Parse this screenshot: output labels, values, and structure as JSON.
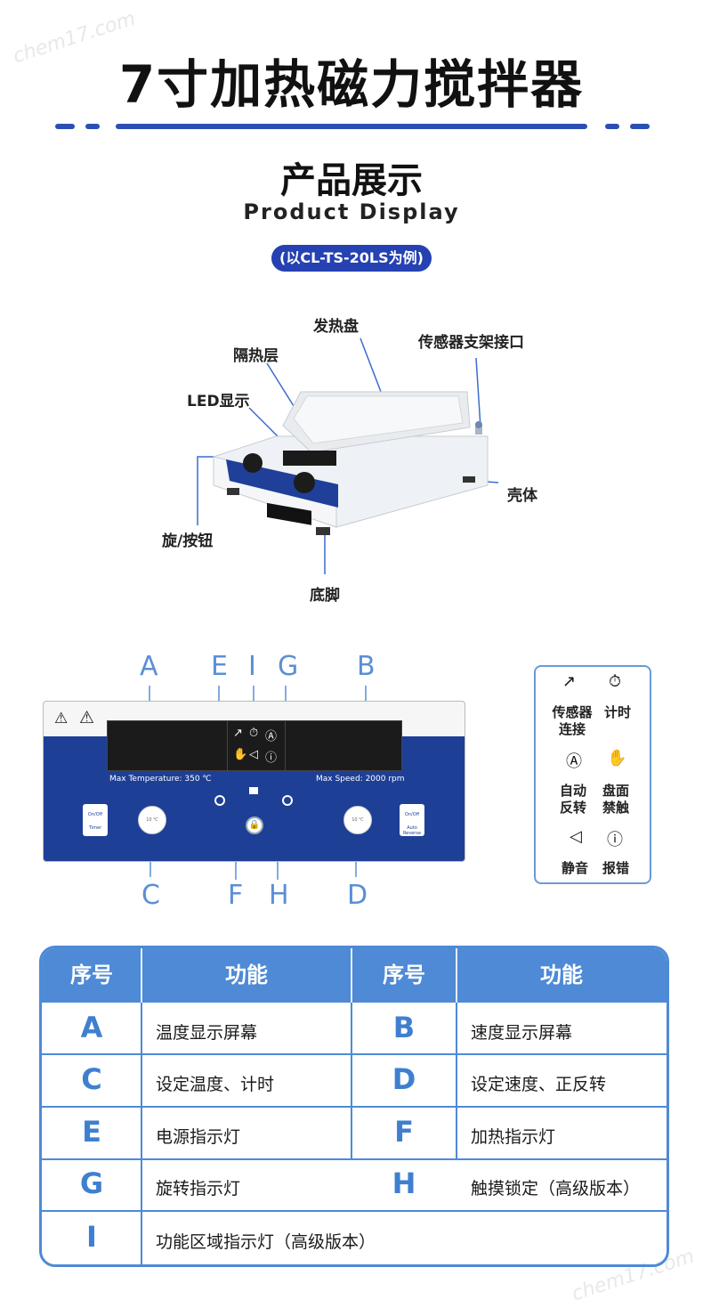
{
  "header": {
    "title": "7寸加热磁力搅拌器",
    "section_title": "产品展示",
    "section_subtitle": "Product Display",
    "model_pill": "(以CL-TS-20LS为例)"
  },
  "product_callouts": {
    "heating_plate": "发热盘",
    "insulation": "隔热层",
    "sensor_port": "传感器支架接口",
    "led": "LED显示",
    "shell": "壳体",
    "knob": "旋/按钮",
    "feet": "底脚"
  },
  "panel": {
    "letters": {
      "A": "A",
      "B": "B",
      "C": "C",
      "D": "D",
      "E": "E",
      "F": "F",
      "G": "G",
      "H": "H",
      "I": "I"
    },
    "max_temp": "Max Temperature: 350 ℃",
    "max_speed": "Max Speed: 2000 rpm",
    "left_btn_top": "On/Off",
    "left_btn_bottom": "Timer",
    "right_btn_top": "On/Off",
    "right_btn_bottom": "Auto Reverse",
    "knob_label": "10 ℃",
    "knob_label_right": "10 ℃"
  },
  "legend": {
    "items": [
      {
        "icon": "sensor-icon",
        "label": "传感器\n连接"
      },
      {
        "icon": "timer-icon",
        "label": "计时"
      },
      {
        "icon": "auto-reverse-icon",
        "label": "自动\n反转"
      },
      {
        "icon": "no-touch-icon",
        "label": "盘面\n禁触"
      },
      {
        "icon": "mute-icon",
        "label": "静音"
      },
      {
        "icon": "alarm-icon",
        "label": "报错"
      }
    ]
  },
  "table": {
    "headers": [
      "序号",
      "功能",
      "序号",
      "功能"
    ],
    "rows": [
      {
        "k1": "A",
        "v1": "温度显示屏幕",
        "k2": "B",
        "v2": "速度显示屏幕"
      },
      {
        "k1": "C",
        "v1": "设定温度、计时",
        "k2": "D",
        "v2": "设定速度、正反转"
      },
      {
        "k1": "E",
        "v1": "电源指示灯",
        "k2": "F",
        "v2": "加热指示灯"
      },
      {
        "k1": "G",
        "v1": "旋转指示灯",
        "k2": "H",
        "v2": "触摸锁定（高级版本）"
      },
      {
        "k1": "I",
        "v1": "功能区域指示灯（高级版本）"
      }
    ]
  },
  "colors": {
    "accent": "#2b4fb3",
    "table_blue": "#4e8ad6",
    "panel_blue": "#1e3f96"
  }
}
